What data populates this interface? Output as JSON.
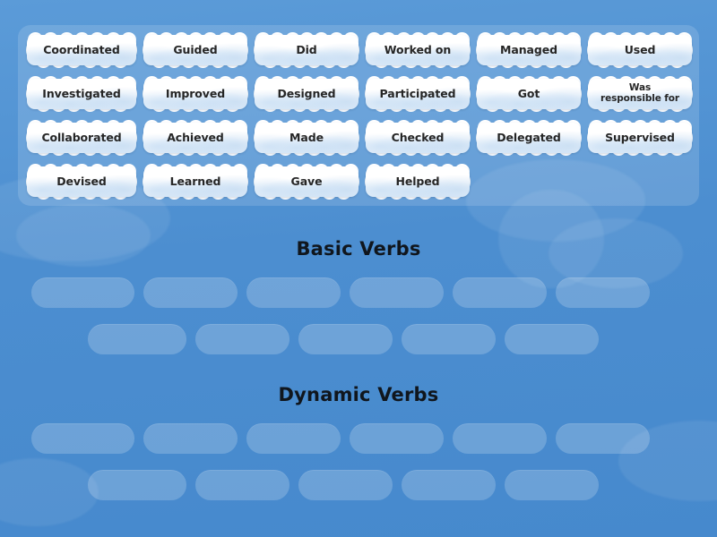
{
  "activity": {
    "type": "group-sort",
    "background_color": "#4c8ed0",
    "panel_color": "rgba(255,255,255,0.14)",
    "tile_color": "#ffffff",
    "tile_text_color": "#262626",
    "slot_color": "rgba(255,255,255,0.20)",
    "heading_color": "#10161d"
  },
  "wordbank": {
    "rows": [
      [
        {
          "label": "Coordinated",
          "width": "wide"
        },
        {
          "label": "Guided",
          "width": "normal"
        },
        {
          "label": "Did",
          "width": "normal"
        },
        {
          "label": "Worked on",
          "width": "normal"
        },
        {
          "label": "Managed",
          "width": "normal"
        },
        {
          "label": "Used",
          "width": "normal"
        }
      ],
      [
        {
          "label": "Investigated",
          "width": "wide"
        },
        {
          "label": "Improved",
          "width": "normal"
        },
        {
          "label": "Designed",
          "width": "normal"
        },
        {
          "label": "Participated",
          "width": "normal"
        },
        {
          "label": "Got",
          "width": "normal"
        },
        {
          "label": "Was\nresponsible for",
          "width": "normal",
          "two_line": true
        }
      ],
      [
        {
          "label": "Collaborated",
          "width": "wide"
        },
        {
          "label": "Achieved",
          "width": "normal"
        },
        {
          "label": "Made",
          "width": "normal"
        },
        {
          "label": "Checked",
          "width": "normal"
        },
        {
          "label": "Delegated",
          "width": "normal"
        },
        {
          "label": "Supervised",
          "width": "normal"
        }
      ],
      [
        {
          "label": "Devised",
          "width": "wide"
        },
        {
          "label": "Learned",
          "width": "normal"
        },
        {
          "label": "Gave",
          "width": "normal"
        },
        {
          "label": "Helped",
          "width": "normal"
        }
      ]
    ]
  },
  "categories": [
    {
      "title": "Basic Verbs",
      "slot_rows": [
        {
          "count": 6,
          "widths": [
            115,
            105,
            105,
            105,
            105,
            105
          ]
        },
        {
          "count": 5,
          "widths": [
            110,
            105,
            105,
            105,
            105
          ]
        }
      ]
    },
    {
      "title": "Dynamic Verbs",
      "slot_rows": [
        {
          "count": 6,
          "widths": [
            115,
            105,
            105,
            105,
            105,
            105
          ]
        },
        {
          "count": 5,
          "widths": [
            110,
            105,
            105,
            105,
            105
          ]
        }
      ]
    }
  ]
}
